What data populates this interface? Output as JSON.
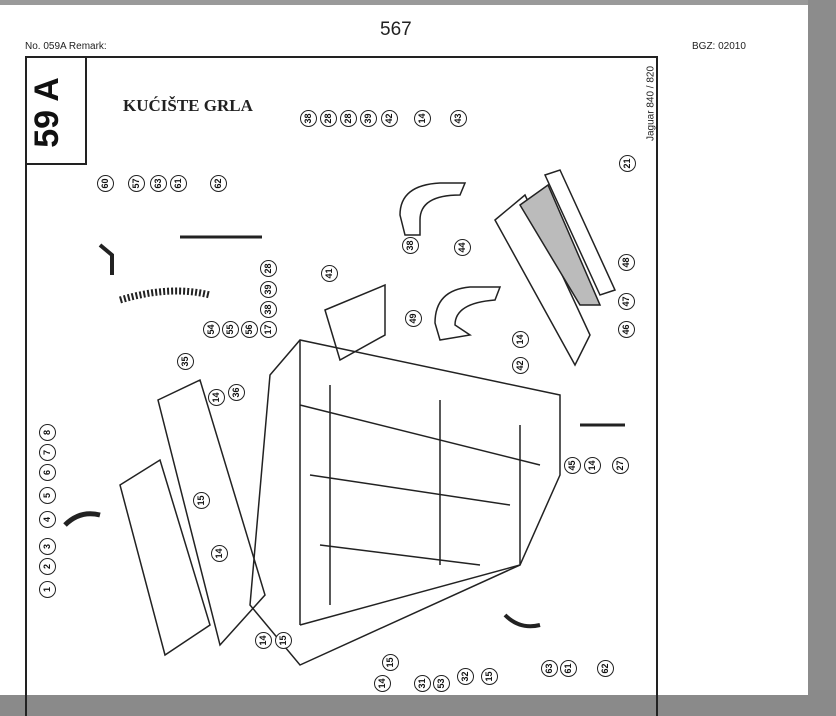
{
  "page_number": "567",
  "header": {
    "left": "No. 059A   Remark:",
    "right": "BGZ: 02010"
  },
  "diagram": {
    "section": "59 A",
    "title": "KUĆIŠTE GRLA",
    "model": "Jaguar 840 / 820",
    "callouts": [
      "38",
      "28",
      "28",
      "39",
      "42",
      "14",
      "43",
      "21",
      "60",
      "57",
      "63",
      "61",
      "62",
      "38",
      "44",
      "48",
      "47",
      "46",
      "28",
      "41",
      "39",
      "38",
      "49",
      "14",
      "42",
      "54",
      "55",
      "56",
      "17",
      "35",
      "14",
      "36",
      "8",
      "7",
      "6",
      "5",
      "4",
      "3",
      "2",
      "1",
      "45",
      "14",
      "27",
      "15",
      "14",
      "14",
      "15",
      "15",
      "14",
      "31",
      "53",
      "32",
      "15",
      "63",
      "61",
      "62"
    ]
  }
}
